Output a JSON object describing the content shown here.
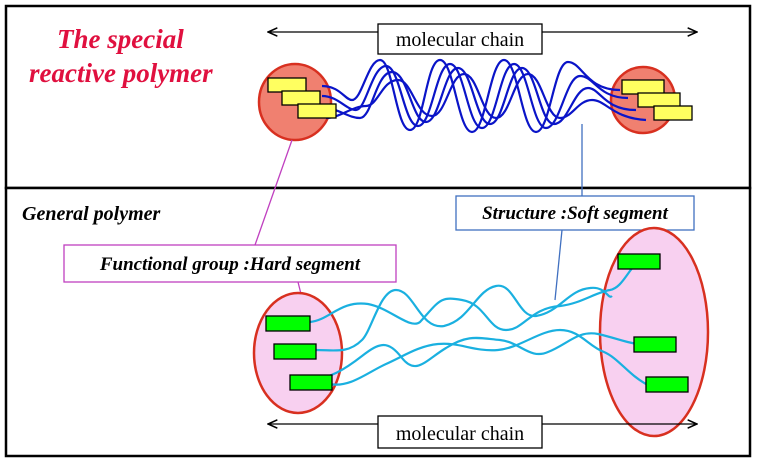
{
  "top_panel": {
    "title_line1": "The special",
    "title_line2": "reactive polymer",
    "chain_label": "molecular chain"
  },
  "bottom_panel": {
    "title": "General polymer",
    "chain_label": "molecular chain"
  },
  "callouts": {
    "structure": "Structure :Soft segment",
    "functional": "Functional group :Hard segment"
  },
  "colors": {
    "title_red": "#e0103f",
    "dark_blue_chain": "#0a14c8",
    "light_blue_chain": "#1ab0e0",
    "hard_ellipse_fill": "#f08070",
    "soft_ellipse_fill": "#f8d0f0",
    "ellipse_stroke": "#d83020",
    "yellow_block": "#ffff60",
    "green_block": "#00ff00",
    "magenta_leader": "#c040c0",
    "blue_leader": "#4070c0"
  }
}
